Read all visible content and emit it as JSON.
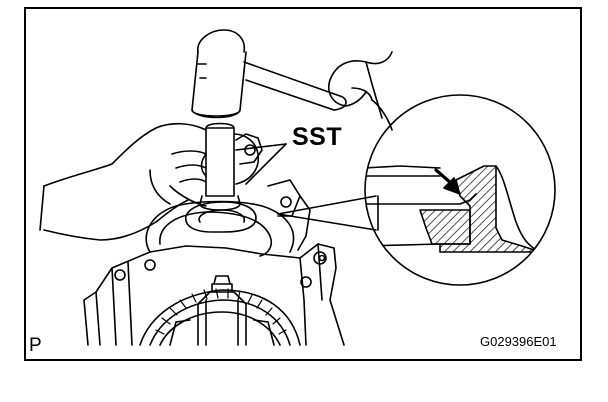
{
  "figure": {
    "callout_label": "SST",
    "corner_mark": "P",
    "figure_code": "G029396E01"
  },
  "icons": [
    "hammer-icon",
    "hand-icon",
    "special-service-tool-icon",
    "bearing-race-icon",
    "transaxle-housing-icon",
    "magnifier-callout-icon",
    "pointer-arrow-icon"
  ],
  "colors": {
    "line": "#000000",
    "background": "#ffffff"
  }
}
